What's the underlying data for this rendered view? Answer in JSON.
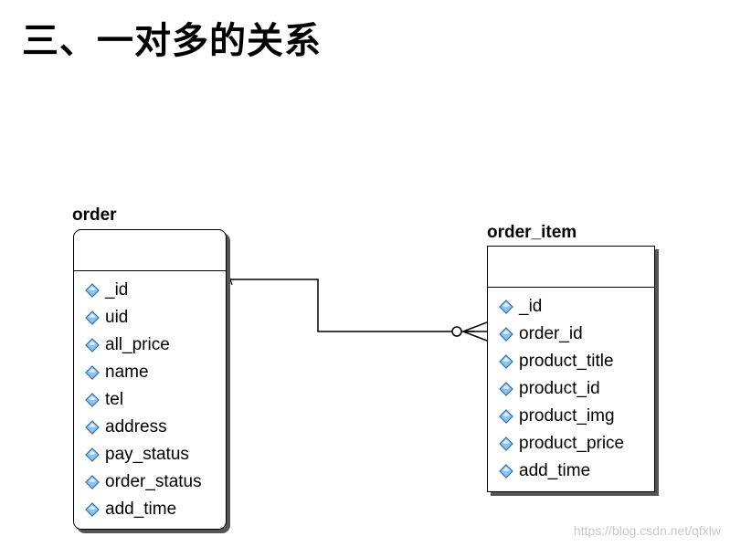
{
  "heading": "三、一对多的关系",
  "entities": {
    "order": {
      "name": "order",
      "attributes": [
        "_id",
        "uid",
        "all_price",
        "name",
        "tel",
        "address",
        "pay_status",
        "order_status",
        "add_time"
      ]
    },
    "order_item": {
      "name": "order_item",
      "attributes": [
        "_id",
        "order_id",
        "product_title",
        "product_id",
        "product_img",
        "product_price",
        "add_time"
      ]
    }
  },
  "relationship": {
    "from": "order",
    "to": "order_item",
    "cardinality": "one-to-many"
  },
  "attribute_icon": "diamond-key-icon",
  "colors": {
    "icon_fill": "#8ec3ee",
    "icon_stroke": "#2f6fa8",
    "shadow": "#555555"
  },
  "watermark": "https://blog.csdn.net/qfxlw"
}
